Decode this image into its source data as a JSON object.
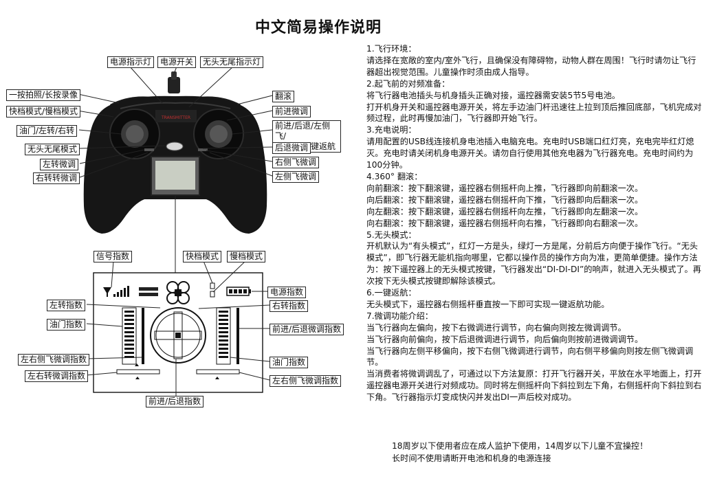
{
  "title": "中文简易操作说明",
  "callouts": {
    "power_indicator": "电源指示灯",
    "power_switch": "电源开关",
    "headless_indicator": "无头无尾指示灯",
    "photo_video": "一按拍照/长按录像",
    "fast_slow_mode": "快档模式/慢档模式",
    "throttle_turn": "油门/左转/右转",
    "headless_mode": "无头无尾模式",
    "left_trim": "左转微调",
    "right_turn_trim": "右转转微调",
    "flip": "翻滚",
    "forward_trim": "前进微调",
    "stick_right_line1": "前进/后退/左侧飞/",
    "stick_right_line2": "右侧飞/一键返航",
    "backward_trim": "后退微调",
    "right_side_trim": "右侧飞微调",
    "left_side_trim": "左侧飞微调"
  },
  "lcd_callouts": {
    "signal_index": "信号指数",
    "fast_mode": "快档模式",
    "slow_mode": "慢档模式",
    "power_index": "电源指数",
    "left_turn_index": "左转指数",
    "right_turn_index": "右转指数",
    "throttle_index": "油门指数",
    "fb_trim_index": "前进/后退微调指数",
    "lr_side_trim_index": "左右侧飞微调指数",
    "throttle_index_2": "油门指数",
    "lr_turn_trim_index": "左右转微调指数",
    "lr_side_trim_index_2": "左右侧飞微调指数",
    "fb_index": "前进/后退指数"
  },
  "instructions": [
    "1.飞行环境：",
    "请选择在宽敞的室内/室外飞行，且确保没有障碍物，动物人群在周围！飞行时请勿让飞行器超出视觉范围。儿童操作时须由成人指导。",
    "2.起飞前的对频准备：",
    "将飞行器电池插头与机身插头正确对接，遥控器需安装5节5号电池。",
    "打开机身开关和遥控器电源开关，将左手边油门杆迅速往上拉到顶后推回底部，飞机完成对频过程，此时再慢加油门，飞行器即开始飞行。",
    "3.充电说明：",
    "请用配置的USB线连接机身电池插入电脑充电。充电时USB端口红灯亮，充电完毕红灯熄灭。充电时请关闭机身电源开关。请勿自行使用其他充电器为飞行器充电。充电时间约为100分钟。",
    "4.360° 翻滚：",
    "向前翻滚：按下翻滚键，遥控器右侧摇杆向上推，飞行器即向前翻滚一次。",
    "向后翻滚：按下翻滚键，遥控器右侧摇杆向下推，飞行器即向后翻滚一次。",
    "向左翻滚：按下翻滚键，遥控器右侧摇杆向左推，飞行器即向左翻滚一次。",
    "向右翻滚：按下翻滚键，遥控器右侧摇杆向右推，飞行器即向右翻滚一次。",
    "5.无头模式：",
    "开机默认为“有头模式”，红灯一方是头，绿灯一方是尾，分前后方向便于操作飞行。“无头模式”，即飞行器无能机指向哪里，它都以操作员的操作方向为准，更简单便捷。操作方法为：按下遥控器上的无头模式按键，飞行器发出“DI-DI-DI”的响声，就进入无头模式了。再次按下无头模式按键即解除该模式。",
    "6.一键返航：",
    "无头模式下，遥控器右侧摇杆垂直按一下即可实现一键返航功能。",
    "7.微调功能介绍：",
    "当飞行器向左偏向，按下右微调进行调节，向右偏向则按左微调调节。",
    "当飞行器向前偏向，按下后退微调进行调节，向后偏向则按前进微调调节。",
    "当飞行器向左侧平移偏向，按下右侧飞微调进行调节，向右侧平移偏向则按左侧飞微调调节。",
    "当消费者将微调调乱了，可通过以下方法复原：打开飞行器开关，平放在水平地面上，打开遥控器电源开关进行对频成功。同时将左侧摇杆向下斜拉到左下角，右侧摇杆向下斜拉到右下角。飞行器指示灯变成快闪并发出DI一声后校对成功。"
  ],
  "footer": [
    "18周岁以下使用者应在成人监护下使用，14周岁以下儿童不宜操控！",
    "长时间不使用请断开电池和机身的电源连接"
  ],
  "controller_brand": "TRANSMITTER"
}
